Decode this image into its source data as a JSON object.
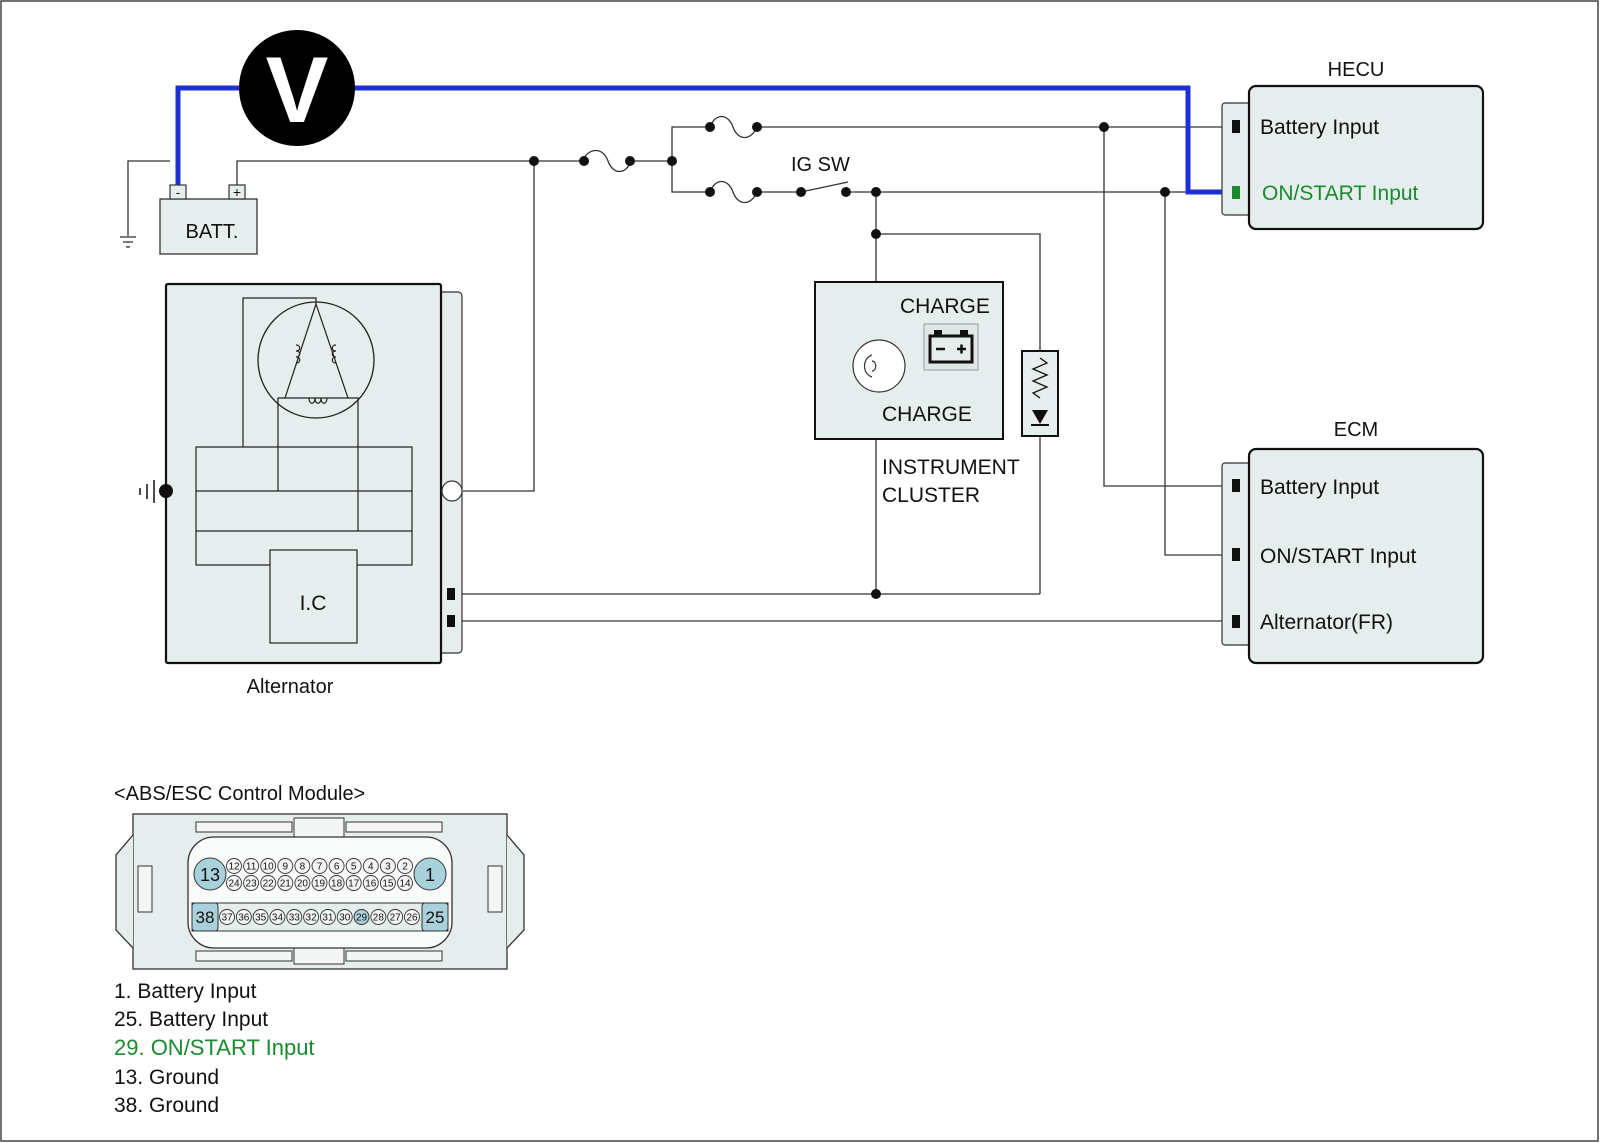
{
  "colors": {
    "blue_probe": "#1f2fd6",
    "highlight_green": "#1a8a2e",
    "module_fill": "#e6eded",
    "pin_highlight": "#a9d1dc"
  },
  "voltmeter": {
    "symbol": "V"
  },
  "battery": {
    "label": "BATT.",
    "neg": "-",
    "pos": "+"
  },
  "switch": {
    "label": "IG SW"
  },
  "hecu": {
    "title": "HECU",
    "battery_input": "Battery Input",
    "on_start_input": "ON/START Input"
  },
  "ecm": {
    "title": "ECM",
    "battery_input": "Battery Input",
    "on_start_input": "ON/START Input",
    "alternator_fr": "Alternator(FR)"
  },
  "cluster": {
    "charge_top": "CHARGE",
    "charge_bottom": "CHARGE",
    "label_line1": "INSTRUMENT",
    "label_line2": "CLUSTER"
  },
  "alternator": {
    "label": "Alternator",
    "ic": "I.C"
  },
  "connector": {
    "title": "<ABS/ESC Control Module>",
    "row1_left_big": "13",
    "row1_right_big": "1",
    "row1_small": [
      "12",
      "11",
      "10",
      "9",
      "8",
      "7",
      "6",
      "5",
      "4",
      "3",
      "2"
    ],
    "row2_small": [
      "24",
      "23",
      "22",
      "21",
      "20",
      "19",
      "18",
      "17",
      "16",
      "15",
      "14"
    ],
    "row3_left_big": "38",
    "row3_right_big": "25",
    "row3_small": [
      "37",
      "36",
      "35",
      "34",
      "33",
      "32",
      "31",
      "30",
      "29",
      "28",
      "27",
      "26"
    ],
    "highlighted_pin": "29"
  },
  "legend": [
    {
      "text": "1. Battery Input",
      "highlight": false
    },
    {
      "text": "25. Battery Input",
      "highlight": false
    },
    {
      "text": "29. ON/START Input",
      "highlight": true
    },
    {
      "text": "13. Ground",
      "highlight": false
    },
    {
      "text": "38. Ground",
      "highlight": false
    }
  ]
}
